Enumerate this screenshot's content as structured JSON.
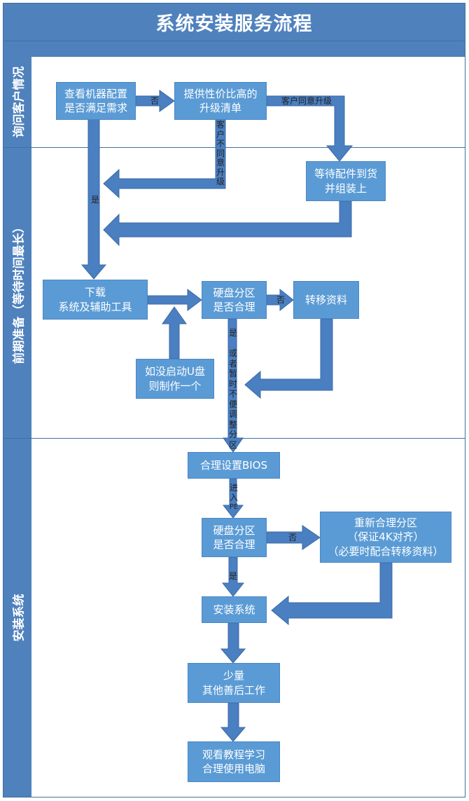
{
  "title": "系统安装服务流程",
  "lanes": {
    "inquiry": "询问客户情况",
    "prep": "前期准备（等待时间最长）",
    "install": "安装系统"
  },
  "boxes": {
    "check_config": [
      "查看机器配置",
      "是否满足需求"
    ],
    "upgrade_list": [
      "提供性价比高的",
      "升级清单"
    ],
    "wait_parts": [
      "等待配件到货",
      "并组装上"
    ],
    "download": [
      "下载",
      "系统及辅助工具"
    ],
    "partition_check1": [
      "硬盘分区",
      "是否合理"
    ],
    "transfer_data": [
      "转移资料"
    ],
    "make_usb": [
      "如没启动U盘",
      "则制作一个"
    ],
    "bios": [
      "合理设置BIOS"
    ],
    "partition_check2": [
      "硬盘分区",
      "是否合理"
    ],
    "repartition": [
      "重新合理分区",
      "（保证4K对齐）",
      "（必要时配合转移资料）"
    ],
    "install_sys": [
      "安装系统"
    ],
    "cleanup": [
      "少量",
      "其他善后工作"
    ],
    "tutorial": [
      "观看教程学习",
      "合理使用电脑"
    ]
  },
  "labels": {
    "no_1": "否",
    "customer_agree": "客户同意升级",
    "customer_disagree": [
      "客",
      "户",
      "不",
      "同",
      "意",
      "升",
      "级"
    ],
    "yes_1": "是",
    "no_2": "否",
    "yes_or_later": [
      "是",
      "",
      "或",
      "者",
      "暂",
      "时",
      "不",
      "便",
      "调",
      "整",
      "分",
      "区"
    ],
    "enter_pe": [
      "进",
      "入",
      "PE"
    ],
    "no_3": "否",
    "yes_2": "是"
  },
  "colors": {
    "header": "#4f81bd",
    "box": "#5b9bd5",
    "arrow": "#4a7fc1",
    "border": "#41719c"
  }
}
